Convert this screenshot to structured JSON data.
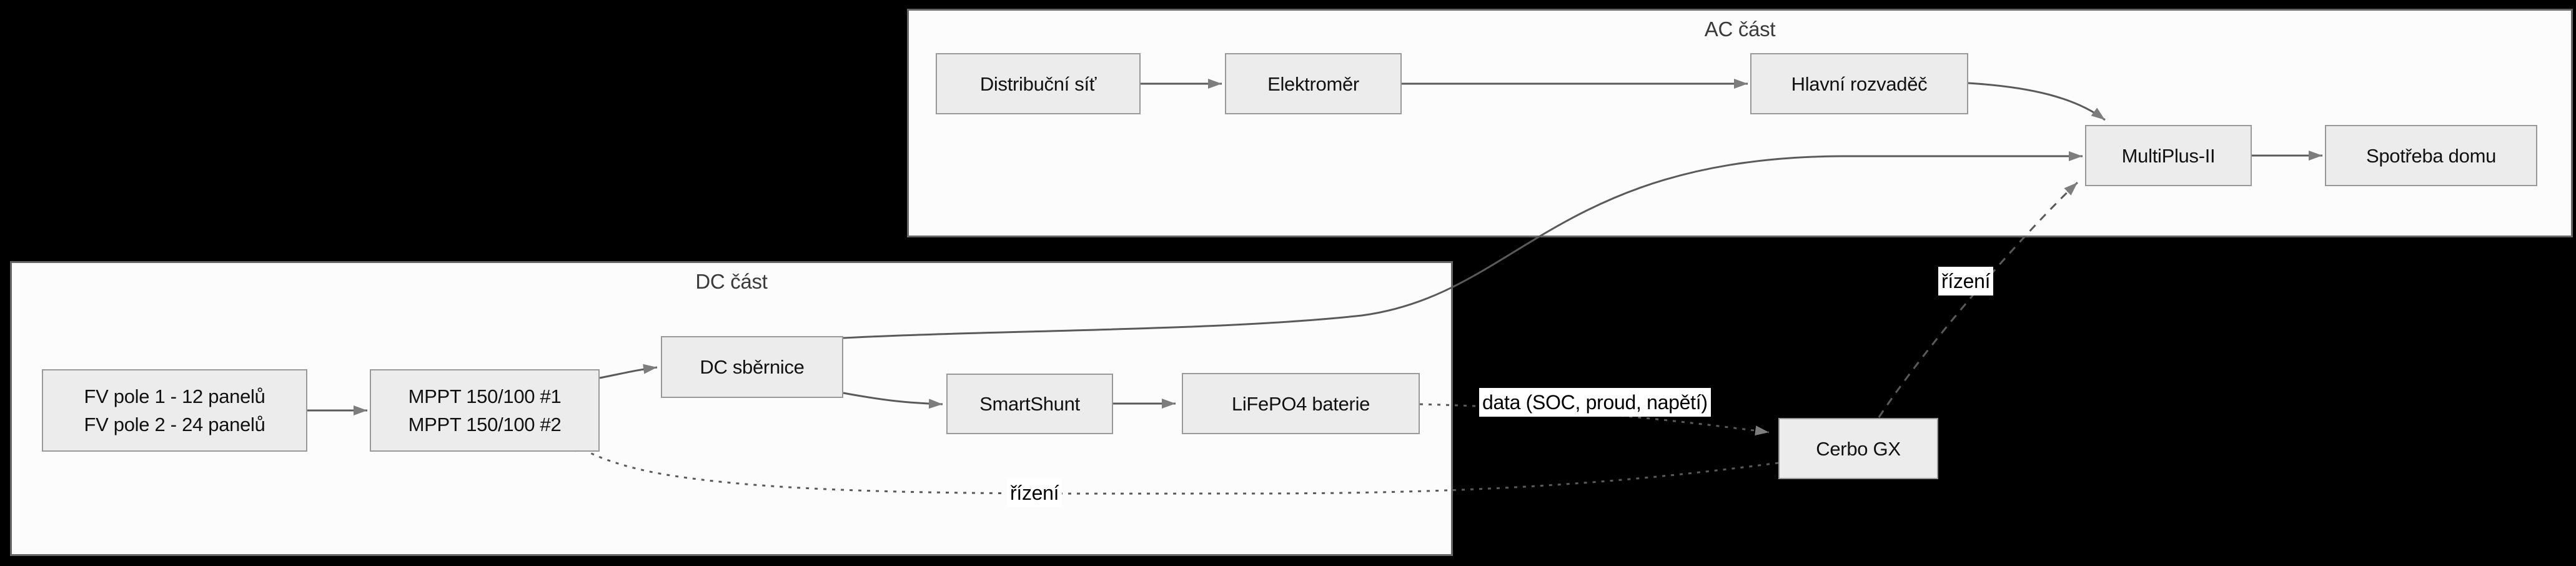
{
  "diagram": {
    "clusters": {
      "ac": {
        "label": "AC část"
      },
      "dc": {
        "label": "DC část"
      }
    },
    "nodes": {
      "grid": {
        "label": "Distribuční síť"
      },
      "meter": {
        "label": "Elektroměr"
      },
      "main_panel": {
        "label": "Hlavní rozvaděč"
      },
      "multiplus": {
        "label": "MultiPlus-II"
      },
      "house_load": {
        "label": "Spotřeba domu"
      },
      "pv": {
        "line1": "FV pole 1 - 12 panelů",
        "line2": "FV pole 2 - 24 panelů"
      },
      "mppt": {
        "line1": "MPPT 150/100 #1",
        "line2": "MPPT 150/100 #2"
      },
      "dc_bus": {
        "label": "DC sběrnice"
      },
      "smartshunt": {
        "label": "SmartShunt"
      },
      "battery": {
        "label": "LiFePO4 baterie"
      },
      "cerbo": {
        "label": "Cerbo GX"
      }
    },
    "edge_labels": {
      "data": {
        "label": "data (SOC, proud, napětí)"
      },
      "control_ac": {
        "label": "řízení"
      },
      "control_dc": {
        "label": "řízení"
      }
    },
    "colors": {
      "background": "#000000",
      "cluster_fill": "#fcfcfc",
      "cluster_border": "#666666",
      "node_fill": "#ececec",
      "node_border": "#999999",
      "edge": "#5a5a5a",
      "arrowhead": "#7d7d7d",
      "text": "#111111",
      "cluster_label": "#3a3a3a",
      "edge_label_bg": "#ffffff"
    }
  }
}
